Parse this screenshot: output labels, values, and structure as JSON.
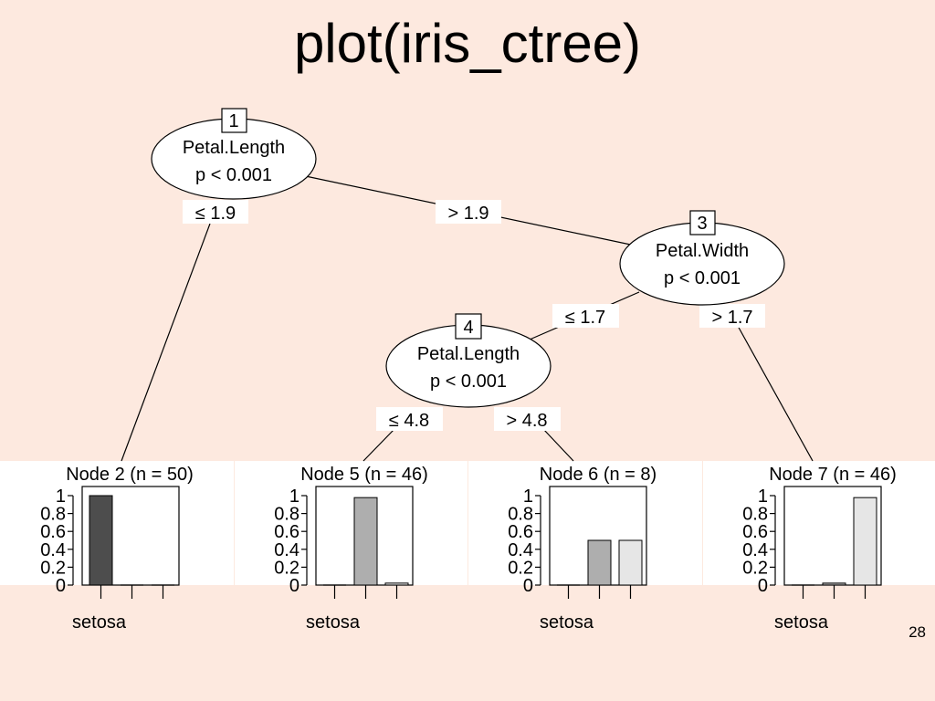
{
  "slide": {
    "title": "plot(iris_ctree)",
    "number": "28"
  },
  "tree": {
    "inner_nodes": [
      {
        "id": "1",
        "variable": "Petal.Length",
        "pvalue": "p < 0.001"
      },
      {
        "id": "3",
        "variable": "Petal.Width",
        "pvalue": "p < 0.001"
      },
      {
        "id": "4",
        "variable": "Petal.Length",
        "pvalue": "p < 0.001"
      }
    ],
    "edges": [
      {
        "from": "1",
        "to": "2",
        "label": "≤ 1.9"
      },
      {
        "from": "1",
        "to": "3",
        "label": "> 1.9"
      },
      {
        "from": "3",
        "to": "4",
        "label": "≤ 1.7"
      },
      {
        "from": "3",
        "to": "7",
        "label": "> 1.7"
      },
      {
        "from": "4",
        "to": "5",
        "label": "≤ 4.8"
      },
      {
        "from": "4",
        "to": "6",
        "label": "> 4.8"
      }
    ]
  },
  "chart_data": [
    {
      "type": "bar",
      "title": "Node 2 (n = 50)",
      "categories": [
        "setosa",
        "",
        ""
      ],
      "values": [
        1.0,
        0.0,
        0.0
      ],
      "ylim": [
        0,
        1
      ],
      "yticks": [
        "0",
        "0.2",
        "0.4",
        "0.6",
        "0.8",
        "1"
      ]
    },
    {
      "type": "bar",
      "title": "Node 5 (n = 46)",
      "categories": [
        "setosa",
        "",
        ""
      ],
      "values": [
        0.0,
        0.978,
        0.022
      ],
      "ylim": [
        0,
        1
      ],
      "yticks": [
        "0",
        "0.2",
        "0.4",
        "0.6",
        "0.8",
        "1"
      ]
    },
    {
      "type": "bar",
      "title": "Node 6 (n = 8)",
      "categories": [
        "setosa",
        "",
        ""
      ],
      "values": [
        0.0,
        0.5,
        0.5
      ],
      "ylim": [
        0,
        1
      ],
      "yticks": [
        "0",
        "0.2",
        "0.4",
        "0.6",
        "0.8",
        "1"
      ]
    },
    {
      "type": "bar",
      "title": "Node 7 (n = 46)",
      "categories": [
        "setosa",
        "",
        ""
      ],
      "values": [
        0.0,
        0.022,
        0.978
      ],
      "ylim": [
        0,
        1
      ],
      "yticks": [
        "0",
        "0.2",
        "0.4",
        "0.6",
        "0.8",
        "1"
      ]
    }
  ],
  "colors": {
    "background": "#fde9df",
    "class_fill": [
      "#4d4d4d",
      "#aeaeae",
      "#e6e6e6"
    ]
  }
}
